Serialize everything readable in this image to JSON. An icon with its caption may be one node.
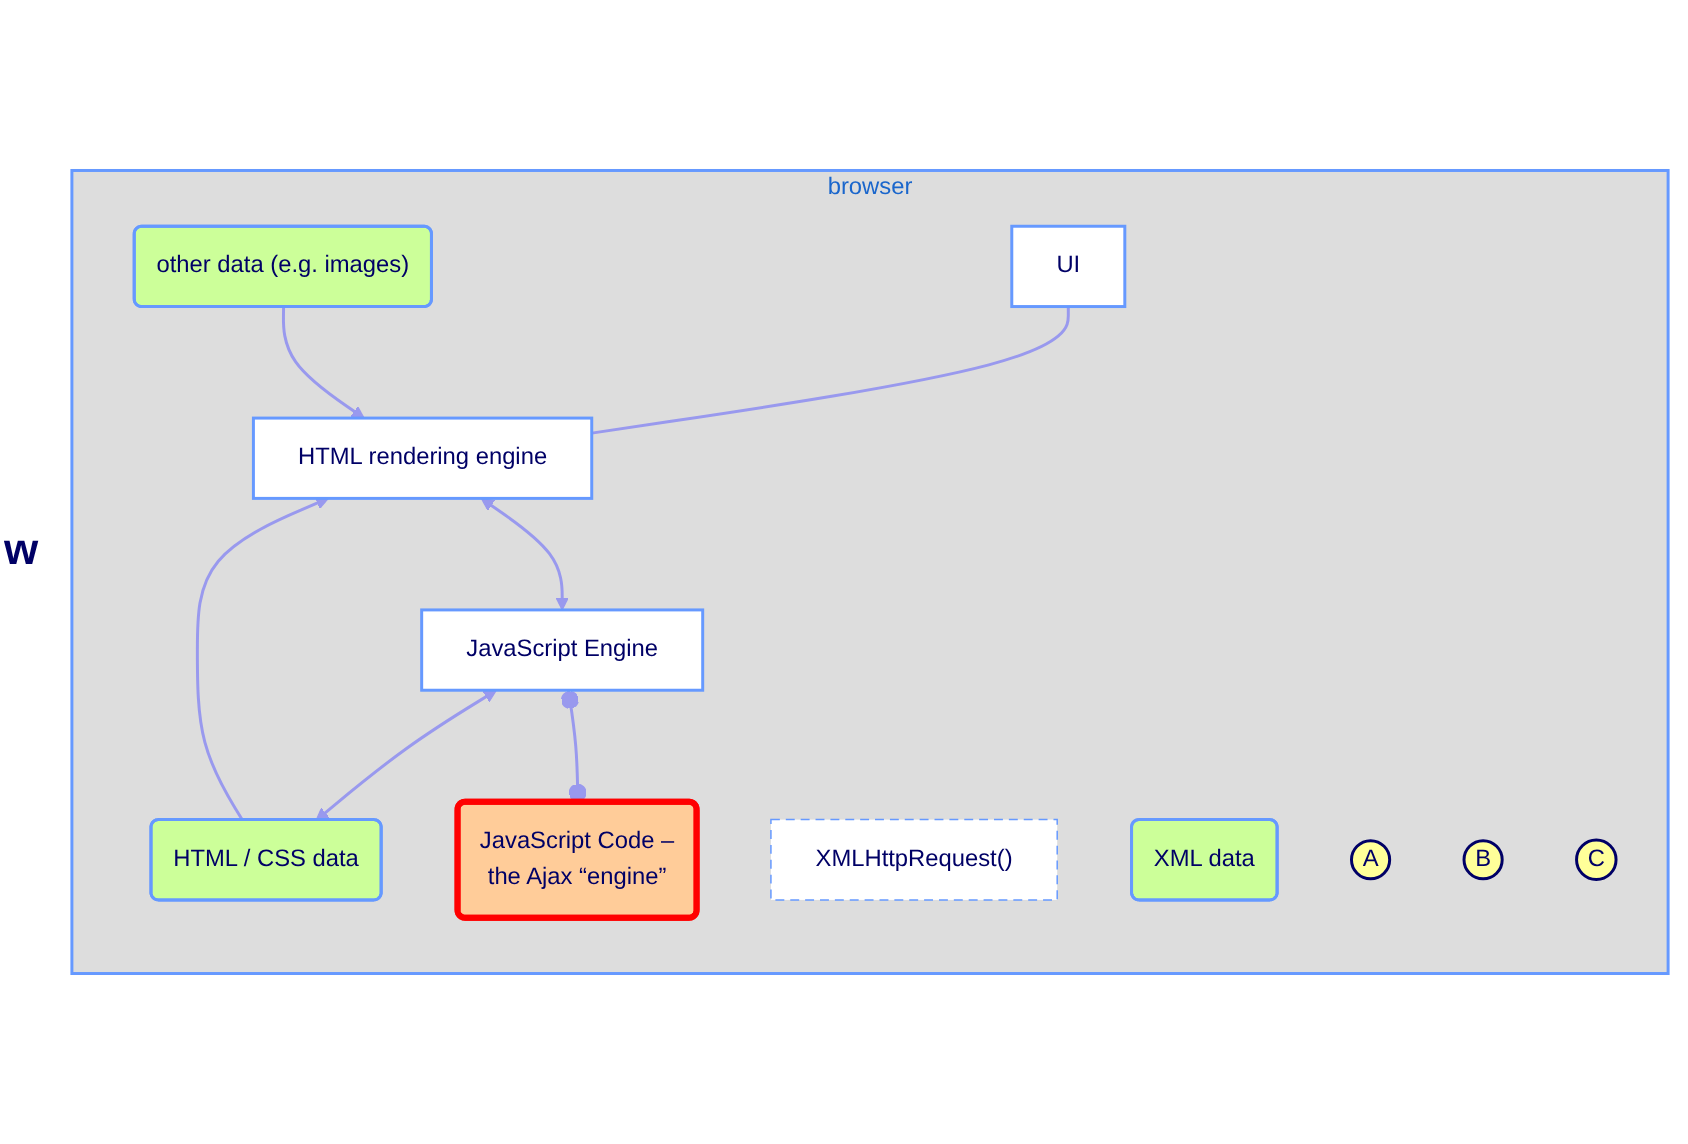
{
  "diagram": {
    "nodes": [
      {
        "text": [
          "browser"
        ]
      },
      {
        "text": [
          "UI"
        ],
        "in": 0
      },
      {
        "text": [
          "HTML rendering engine"
        ],
        "in": 0
      },
      {
        "text": [
          "XMLHttpRequest()"
        ],
        "in": 0
      },
      {
        "text": [
          "JavaScript Engine"
        ],
        "in": 0
      },
      {
        "text": [
          "HTML / CSS data"
        ],
        "in": 0
      },
      {
        "text": [
          "XML data"
        ],
        "in": 0
      },
      {
        "text": [
          "other data (e.g. images)"
        ],
        "in": 0
      },
      {
        "text": [
          "JavaScript Code –",
          "the Ajax “engine”"
        ],
        "in": 0
      },
      {
        "text": [
          "A"
        ],
        "in": 0
      },
      {
        "text": [
          "B"
        ],
        "in": 0
      },
      {
        "text": [
          "C"
        ],
        "in": 0
      }
    ],
    "edges": [
      {
        "from": 1,
        "to": 2,
        "arrow": "none"
      },
      {
        "from": 2,
        "to": 4,
        "arrow": "both"
      },
      {
        "from": 4,
        "to": 5,
        "arrow": "both"
      },
      {
        "from": 5,
        "to": 2,
        "arrow": "to"
      },
      {
        "from": 7,
        "to": 2,
        "arrow": "to"
      },
      {
        "from": 4,
        "to": 8,
        "arrow": "other"
      }
    ],
    "labels": [
      "w"
    ]
  }
}
